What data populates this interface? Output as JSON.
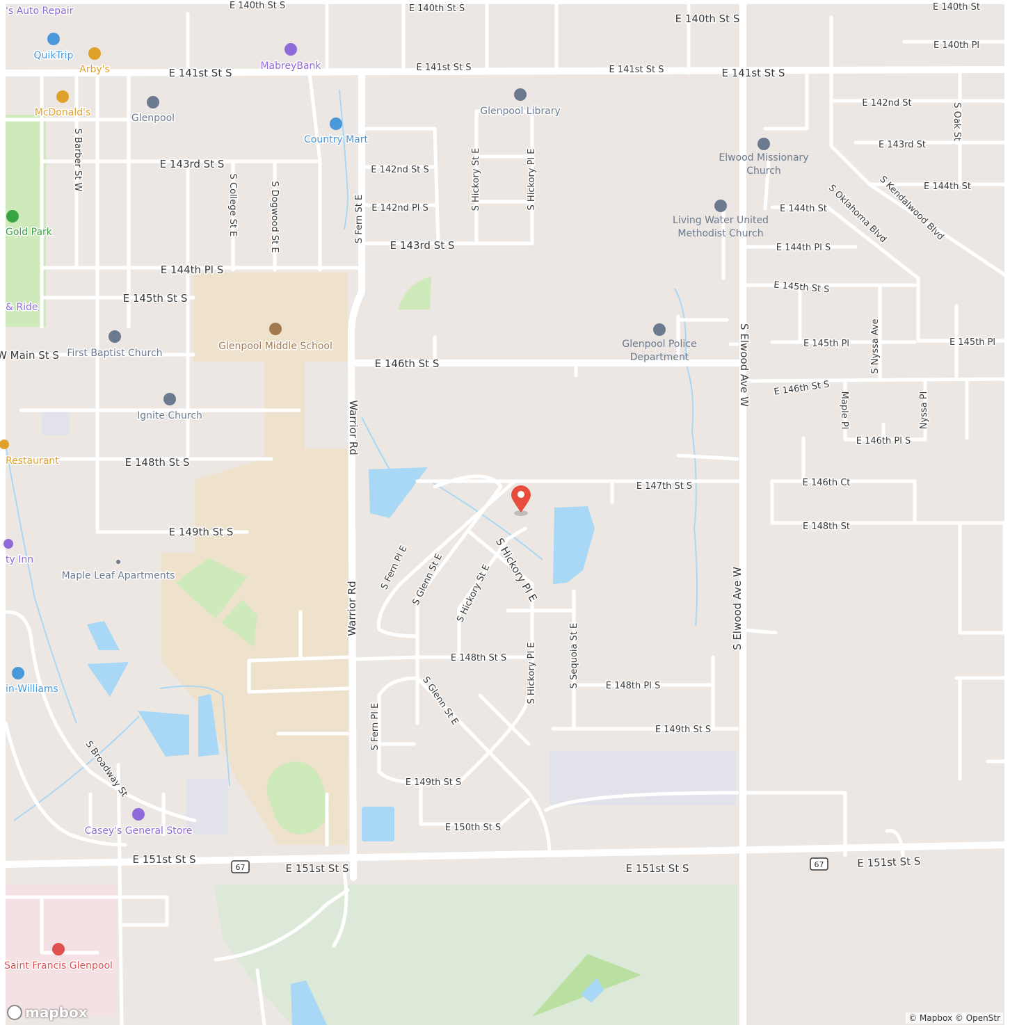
{
  "colors": {
    "land": "#ece7e2",
    "road": "#ffffff",
    "water": "#a8d8f5",
    "park": "#cfeaba",
    "school": "#efe2cd",
    "hospital": "#f4e1e3",
    "industrial": "#e2e2ea",
    "marker": "#e74c3c",
    "poi_blue": "#4a98d9",
    "poi_orange": "#e0a12a",
    "poi_purple": "#8f6ad8",
    "poi_gray": "#6b7a8f",
    "poi_green": "#3aa343",
    "poi_brown": "#a37a4f",
    "poi_red": "#e05050"
  },
  "road_labels": [
    {
      "id": "e-141st-st-s-1",
      "text": "E 141st St S"
    },
    {
      "id": "e-141st-st-s-2",
      "text": "E 141st St S"
    },
    {
      "id": "e-141st-st-s-3",
      "text": "E 141st St S"
    },
    {
      "id": "e-141st-st-s-4",
      "text": "E 141st St S"
    },
    {
      "id": "e-140th-st-s-1",
      "text": "E 140th St S"
    },
    {
      "id": "e-140th-st-s-2",
      "text": "E 140th St S"
    },
    {
      "id": "e-140th-st-s-3",
      "text": "E 140th St S"
    },
    {
      "id": "e-140th-st",
      "text": "E 140th St"
    },
    {
      "id": "e-140th-pl",
      "text": "E 140th Pl"
    },
    {
      "id": "e-142nd-st",
      "text": "E 142nd St"
    },
    {
      "id": "e-143rd-st",
      "text": "E 143rd St"
    },
    {
      "id": "e-144th-st-1",
      "text": "E 144th St"
    },
    {
      "id": "e-144th-st-2",
      "text": "E 144th St"
    },
    {
      "id": "s-oak-st",
      "text": "S Oak St"
    },
    {
      "id": "s-barber-st-w",
      "text": "S Barber St W"
    },
    {
      "id": "e-143rd-st-s-1",
      "text": "E 143rd St S"
    },
    {
      "id": "e-143rd-st-s-2",
      "text": "E 143rd St S"
    },
    {
      "id": "s-college-st-e",
      "text": "S College St E"
    },
    {
      "id": "s-dogwood-st-e",
      "text": "S Dogwood St E"
    },
    {
      "id": "s-fern-st-e",
      "text": "S Fern St E"
    },
    {
      "id": "e-142nd-st-s",
      "text": "E 142nd St S"
    },
    {
      "id": "e-142nd-pl-s",
      "text": "E 142nd Pl S"
    },
    {
      "id": "s-hickory-st-e-1",
      "text": "S Hickory St E"
    },
    {
      "id": "s-hickory-pl-e-1",
      "text": "S Hickory Pl E"
    },
    {
      "id": "s-oklahoma-blvd",
      "text": "S Oklahoma Blvd"
    },
    {
      "id": "s-kendalwood-blvd",
      "text": "S Kendalwood Blvd"
    },
    {
      "id": "e-144th-pl-s-1",
      "text": "E 144th Pl S"
    },
    {
      "id": "e-144th-pl-s-2",
      "text": "E 144th Pl S"
    },
    {
      "id": "e-145th-st-s-1",
      "text": "E 145th St S"
    },
    {
      "id": "e-145th-st-s-2",
      "text": "E 145th St S"
    },
    {
      "id": "s-elwood-ave-w-1",
      "text": "S Elwood Ave W"
    },
    {
      "id": "s-elwood-ave-w-2",
      "text": "S Elwood Ave W"
    },
    {
      "id": "e-145th-pl-1",
      "text": "E 145th Pl"
    },
    {
      "id": "e-145th-pl-2",
      "text": "E 145th Pl"
    },
    {
      "id": "s-nyssa-ave",
      "text": "S Nyssa Ave"
    },
    {
      "id": "w-main-st-s",
      "text": "W Main St S"
    },
    {
      "id": "e-146th-st-s-1",
      "text": "E 146th St S"
    },
    {
      "id": "e-146th-st-s-2",
      "text": "E 146th St S"
    },
    {
      "id": "warrior-rd-1",
      "text": "Warrior Rd"
    },
    {
      "id": "warrior-rd-2",
      "text": "Warrior Rd"
    },
    {
      "id": "maple-pl",
      "text": "Maple Pl"
    },
    {
      "id": "nyssa-pl",
      "text": "Nyssa Pl"
    },
    {
      "id": "e-146th-pl-s",
      "text": "E 146th Pl S"
    },
    {
      "id": "e-148th-st-s-1",
      "text": "E 148th St S"
    },
    {
      "id": "e-148th-st-s-2",
      "text": "E 148th St S"
    },
    {
      "id": "e-147th-st-s",
      "text": "E 147th St S"
    },
    {
      "id": "e-146th-ct",
      "text": "E 146th Ct"
    },
    {
      "id": "e-148th-st",
      "text": "E 148th St"
    },
    {
      "id": "e-149th-st-s-1",
      "text": "E 149th St S"
    },
    {
      "id": "e-149th-st-s-2",
      "text": "E 149th St S"
    },
    {
      "id": "e-149th-st-s-3",
      "text": "E 149th St S"
    },
    {
      "id": "s-fern-pl-e-1",
      "text": "S Fern Pl E"
    },
    {
      "id": "s-fern-pl-e-2",
      "text": "S Fern Pl E"
    },
    {
      "id": "s-glenn-st-e-1",
      "text": "S Glenn St E"
    },
    {
      "id": "s-glenn-st-e-2",
      "text": "S Glenn St E"
    },
    {
      "id": "s-hickory-st-e-2",
      "text": "S Hickory St E"
    },
    {
      "id": "s-hickory-pl-e-2",
      "text": "S Hickory Pl E"
    },
    {
      "id": "s-hickory-pl-e-3",
      "text": "S Hickory Pl E"
    },
    {
      "id": "s-sequoia-st-e",
      "text": "S Sequoia St E"
    },
    {
      "id": "e-148th-pl-s",
      "text": "E 148th Pl S"
    },
    {
      "id": "s-broadway-st",
      "text": "S Broadway St"
    },
    {
      "id": "e-150th-st-s",
      "text": "E 150th St S"
    },
    {
      "id": "e-151st-st-s-1",
      "text": "E 151st St S"
    },
    {
      "id": "e-151st-st-s-2",
      "text": "E 151st St S"
    },
    {
      "id": "e-151st-st-s-3",
      "text": "E 151st St S"
    },
    {
      "id": "e-151st-st-s-4",
      "text": "E 151st St S"
    }
  ],
  "route_shields": [
    {
      "id": "route-67-shield-west",
      "text": "67"
    },
    {
      "id": "route-67-shield-east",
      "text": "67"
    }
  ],
  "pois": [
    {
      "id": "auto-repair",
      "text": "'s Auto Repair",
      "icon": "car-icon",
      "color": "#8f6ad8"
    },
    {
      "id": "quiktrip",
      "text": "QuikTrip",
      "icon": "fuel-icon",
      "color": "#4a98d9"
    },
    {
      "id": "arbys",
      "text": "Arby's",
      "icon": "restaurant-icon",
      "color": "#e0a12a"
    },
    {
      "id": "mabreybank",
      "text": "MabreyBank",
      "icon": "bank-icon",
      "color": "#8f6ad8"
    },
    {
      "id": "mcdonalds",
      "text": "McDonald's",
      "icon": "fast-food-icon",
      "color": "#e0a12a"
    },
    {
      "id": "glenpool-post",
      "text": "Glenpool",
      "icon": "post-office-icon",
      "color": "#6b7a8f"
    },
    {
      "id": "country-mart",
      "text": "Country Mart",
      "icon": "grocery-icon",
      "color": "#4a98d9"
    },
    {
      "id": "glenpool-library",
      "text": "Glenpool Library",
      "icon": "library-icon",
      "color": "#6b7a8f"
    },
    {
      "id": "elwood-missionary-church",
      "text": "Elwood Missionary Church",
      "icon": "church-icon",
      "color": "#6b7a8f"
    },
    {
      "id": "living-water-church",
      "text": "Living Water United Methodist Church",
      "icon": "church-icon",
      "color": "#6b7a8f"
    },
    {
      "id": "gold-park",
      "text": "Gold Park",
      "icon": "park-icon",
      "color": "#3aa343"
    },
    {
      "id": "park-and-ride",
      "text": "& Ride",
      "icon": "",
      "color": "#8f6ad8"
    },
    {
      "id": "glenpool-middle-school",
      "text": "Glenpool Middle School",
      "icon": "school-icon",
      "color": "#a37a4f"
    },
    {
      "id": "first-baptist-church",
      "text": "First Baptist Church",
      "icon": "church-icon",
      "color": "#6b7a8f"
    },
    {
      "id": "glenpool-police",
      "text": "Glenpool Police Department",
      "icon": "police-icon",
      "color": "#6b7a8f"
    },
    {
      "id": "ignite-church",
      "text": "Ignite Church",
      "icon": "church-icon",
      "color": "#6b7a8f"
    },
    {
      "id": "restaurant",
      "text": "Restaurant",
      "icon": "restaurant-icon",
      "color": "#e0a12a"
    },
    {
      "id": "city-inn",
      "text": "ty Inn",
      "icon": "lodging-icon",
      "color": "#8f6ad8"
    },
    {
      "id": "maple-leaf-apartments",
      "text": "Maple Leaf Apartments",
      "icon": "dot-icon",
      "color": "#6b7a8f"
    },
    {
      "id": "sherwin-williams",
      "text": "in-Williams",
      "icon": "shop-icon",
      "color": "#4a98d9"
    },
    {
      "id": "caseys-general-store",
      "text": "Casey's General Store",
      "icon": "store-icon",
      "color": "#8f6ad8"
    },
    {
      "id": "saint-francis-glenpool",
      "text": "Saint Francis Glenpool",
      "icon": "hospital-icon",
      "color": "#e05050"
    }
  ],
  "logo": {
    "text": "mapbox"
  },
  "attribution": "© Mapbox © OpenStr"
}
